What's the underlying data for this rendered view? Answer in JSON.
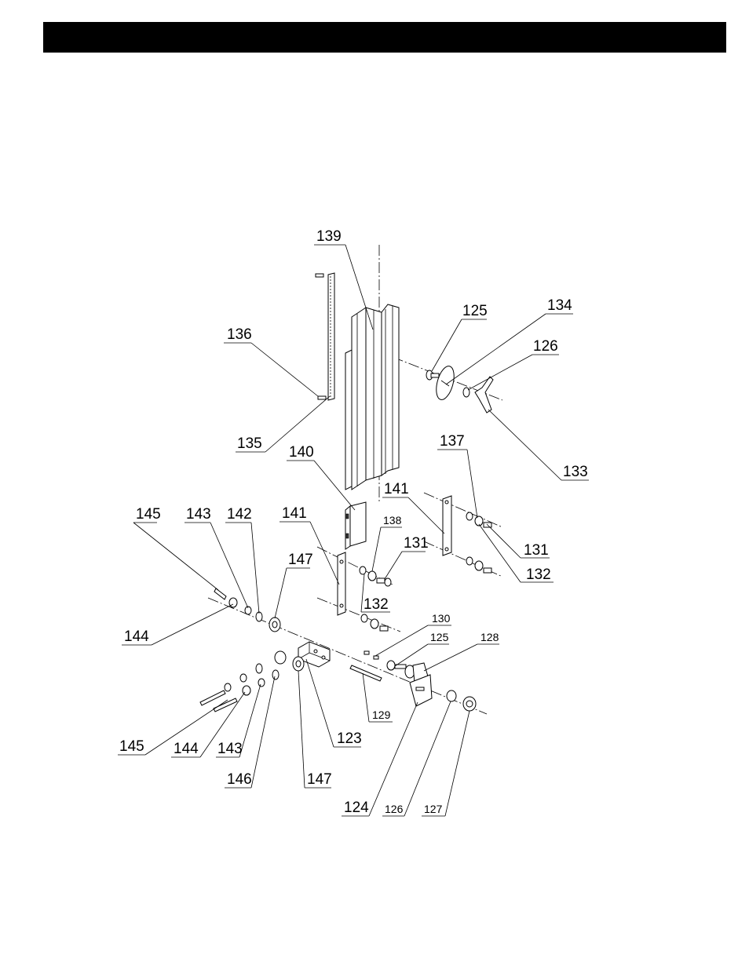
{
  "header": {
    "title": ""
  },
  "diagram": {
    "callouts": [
      {
        "id": "c139",
        "text": "139"
      },
      {
        "id": "c125a",
        "text": "125"
      },
      {
        "id": "c134",
        "text": "134"
      },
      {
        "id": "c126a",
        "text": "126"
      },
      {
        "id": "c136",
        "text": "136"
      },
      {
        "id": "c135",
        "text": "135"
      },
      {
        "id": "c133",
        "text": "133"
      },
      {
        "id": "c137",
        "text": "137"
      },
      {
        "id": "c140",
        "text": "140"
      },
      {
        "id": "c141a",
        "text": "141"
      },
      {
        "id": "c141b",
        "text": "141"
      },
      {
        "id": "c145a",
        "text": "145"
      },
      {
        "id": "c143a",
        "text": "143"
      },
      {
        "id": "c142",
        "text": "142"
      },
      {
        "id": "c147a",
        "text": "147"
      },
      {
        "id": "c138",
        "text": "138"
      },
      {
        "id": "c131a",
        "text": "131"
      },
      {
        "id": "c131b",
        "text": "131"
      },
      {
        "id": "c132a",
        "text": "132"
      },
      {
        "id": "c132b",
        "text": "132"
      },
      {
        "id": "c144a",
        "text": "144"
      },
      {
        "id": "c130",
        "text": "130"
      },
      {
        "id": "c125b",
        "text": "125"
      },
      {
        "id": "c128",
        "text": "128"
      },
      {
        "id": "c129",
        "text": "129"
      },
      {
        "id": "c123",
        "text": "123"
      },
      {
        "id": "c145b",
        "text": "145"
      },
      {
        "id": "c144b",
        "text": "144"
      },
      {
        "id": "c143b",
        "text": "143"
      },
      {
        "id": "c146",
        "text": "146"
      },
      {
        "id": "c147b",
        "text": "147"
      },
      {
        "id": "c124",
        "text": "124"
      },
      {
        "id": "c126b",
        "text": "126"
      },
      {
        "id": "c127",
        "text": "127"
      }
    ]
  }
}
